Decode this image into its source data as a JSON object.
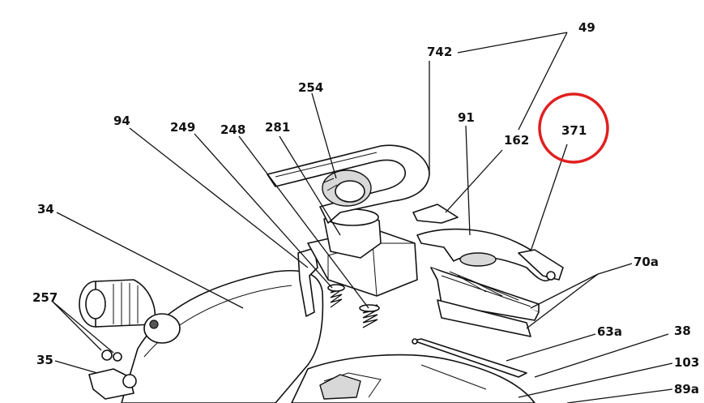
{
  "labels": {
    "p49": "49",
    "p742": "742",
    "p254": "254",
    "p94": "94",
    "p249": "249",
    "p248": "248",
    "p281": "281",
    "p91": "91",
    "p162": "162",
    "p371": "371",
    "p34": "34",
    "p70a": "70a",
    "p257": "257",
    "p63a": "63a",
    "p38": "38",
    "p35": "35",
    "p103": "103",
    "p89a": "89a"
  },
  "highlight": {
    "label_ref": "371",
    "color": "#e02020"
  },
  "colors": {
    "line": "#111111",
    "background": "#ffffff",
    "highlight_circle": "#e02020"
  }
}
